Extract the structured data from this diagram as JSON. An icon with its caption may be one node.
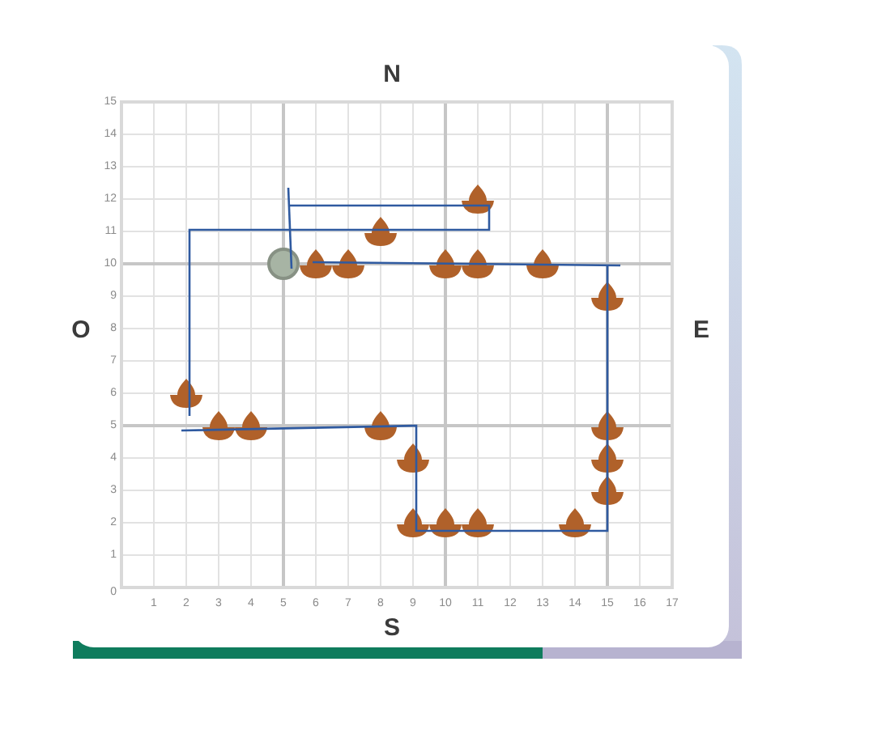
{
  "diagram": {
    "labels": [
      "N",
      "O",
      "E",
      "S"
    ],
    "chart_data": {
      "type": "scatter",
      "x": [
        2,
        3,
        4,
        5,
        6,
        7,
        8,
        8,
        9,
        9,
        10,
        10,
        11,
        11,
        11,
        13,
        14,
        15,
        15,
        15,
        15
      ],
      "xlim": [
        0,
        17
      ],
      "ylim": [
        0,
        15
      ],
      "xticks": [
        1,
        2,
        3,
        4,
        5,
        6,
        7,
        8,
        9,
        10,
        11,
        12,
        13,
        14,
        15,
        16,
        17
      ],
      "yticks": [
        0,
        1,
        2,
        3,
        4,
        5,
        6,
        7,
        8,
        9,
        10,
        11,
        12,
        13,
        14,
        15
      ],
      "grid": true,
      "series": [
        {
          "color": "#b0612a",
          "values": [
            6,
            5,
            5,
            null,
            10,
            10,
            11,
            5,
            4,
            2,
            10,
            2,
            12,
            10,
            2,
            10,
            2,
            9,
            5,
            4,
            3
          ]
        },
        {
          "color": "#a7b4a4",
          "values": [
            null,
            null,
            null,
            10,
            null,
            null,
            null,
            null,
            null,
            null,
            null,
            null,
            null,
            null,
            null,
            null,
            null,
            null,
            null,
            null,
            null
          ]
        }
      ]
    }
  }
}
